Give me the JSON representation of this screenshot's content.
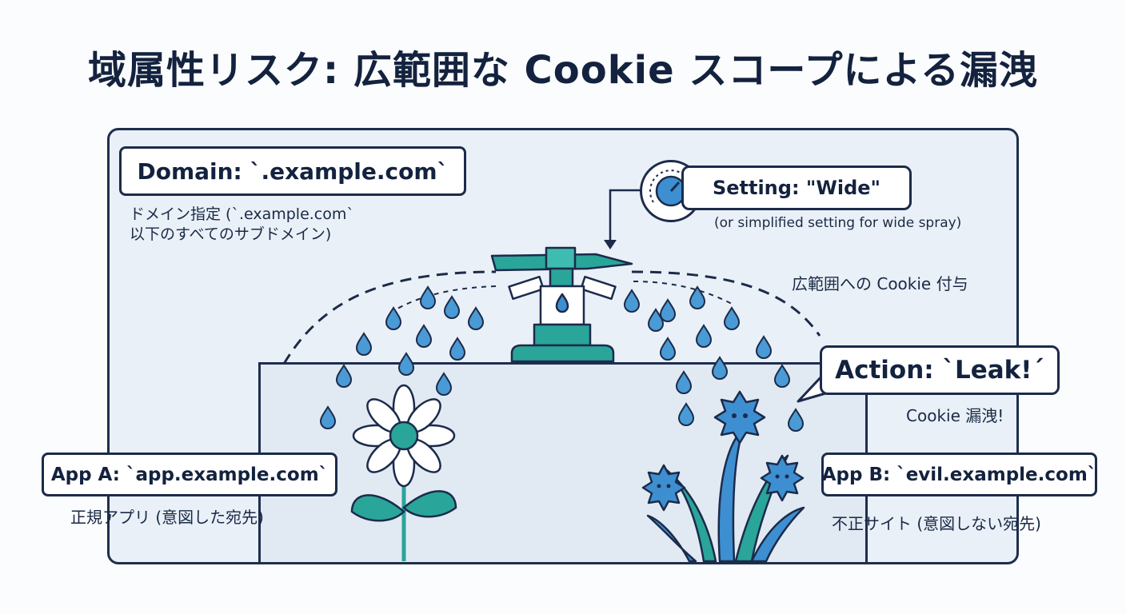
{
  "title": "域属性リスク: 広範囲な Cookie スコープによる漏洩",
  "domain_label": "Domain: `.example.com`",
  "domain_caption_line1": "ドメイン指定 (`.example.com`",
  "domain_caption_line2": "以下のすべてのサブドメイン)",
  "setting_label": "Setting: \"Wide\"",
  "setting_caption": "(or simplified setting for wide spray)",
  "spray_caption": "広範囲への Cookie 付与",
  "action_label": "Action: `Leak!´",
  "action_caption": "Cookie 漏洩!",
  "app_a_label": "App A: `app.example.com`",
  "app_a_caption": "正規アプリ (意図した宛先)",
  "app_b_label": "App B: `evil.example.com`",
  "app_b_caption": "不正サイト (意図しない宛先)",
  "colors": {
    "navy": "#1c2b4a",
    "teal": "#2aa59a",
    "water_blue": "#3d8fd1",
    "panel_bg": "#e9f0f7",
    "garden_bg": "#e1eaf3"
  }
}
